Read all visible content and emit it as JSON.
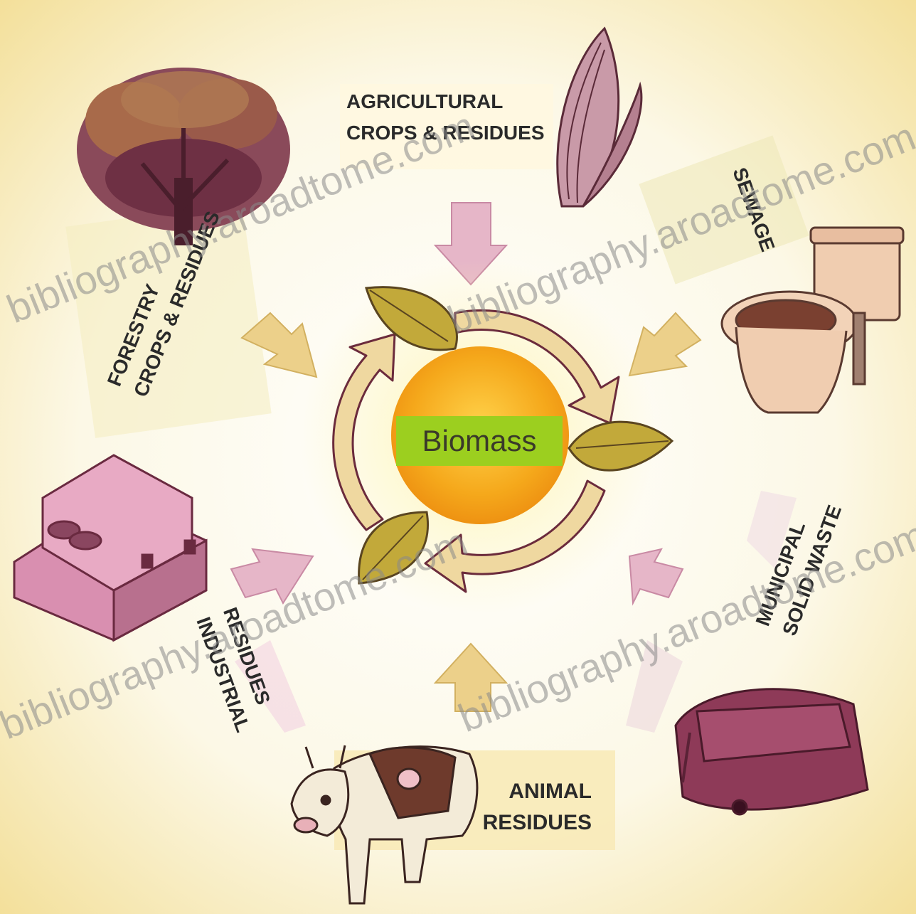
{
  "center_label": "Biomass",
  "sources": {
    "agricultural": [
      "AGRICULTURAL",
      "CROPS & RESIDUES"
    ],
    "forestry": [
      "FORESTRY",
      "CROPS & RESIDUES"
    ],
    "sewage": [
      "SEWAGE"
    ],
    "industrial": [
      "INDUSTRIAL",
      "RESIDUES"
    ],
    "animal": [
      "ANIMAL",
      "RESIDUES"
    ],
    "municipal": [
      "MUNICIPAL",
      "SOLID WASTE"
    ]
  },
  "watermark": "bibliography.aroadtome.com",
  "colors": {
    "background": "#fbf6e0",
    "sun": "#f3a91d",
    "label_band": "#9ccf1f",
    "arrow_yellow": "#ecd08a",
    "arrow_pink": "#e6b6c8",
    "maroon": "#6e2740",
    "pink": "#d98fb0"
  }
}
